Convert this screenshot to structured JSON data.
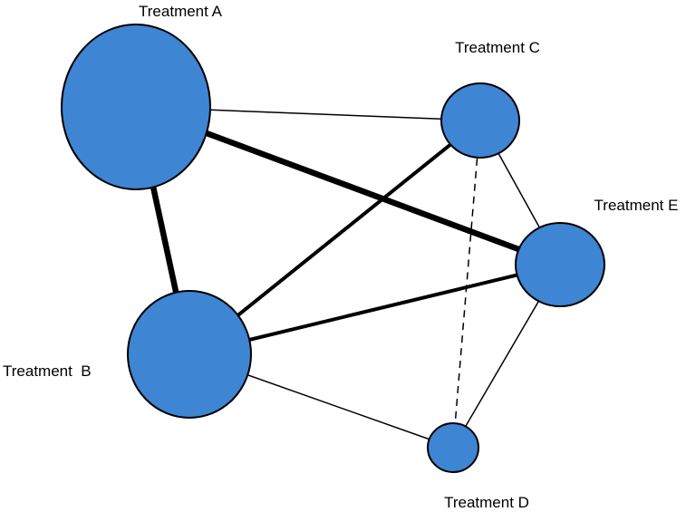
{
  "network": {
    "node_color": "#3e85d3",
    "edge_color": "#000000",
    "nodes": [
      {
        "id": "A",
        "label": "Treatment A"
      },
      {
        "id": "B",
        "label": "Treatment  B"
      },
      {
        "id": "C",
        "label": "Treatment C"
      },
      {
        "id": "D",
        "label": "Treatment D"
      },
      {
        "id": "E",
        "label": "Treatment E"
      }
    ],
    "edges": [
      {
        "from": "A",
        "to": "C",
        "weight": "thin",
        "style": "solid"
      },
      {
        "from": "A",
        "to": "E",
        "weight": "thick",
        "style": "solid"
      },
      {
        "from": "A",
        "to": "B",
        "weight": "thick",
        "style": "solid"
      },
      {
        "from": "B",
        "to": "C",
        "weight": "medium",
        "style": "solid"
      },
      {
        "from": "B",
        "to": "E",
        "weight": "medium",
        "style": "solid"
      },
      {
        "from": "B",
        "to": "D",
        "weight": "thin",
        "style": "solid"
      },
      {
        "from": "C",
        "to": "E",
        "weight": "thin",
        "style": "solid"
      },
      {
        "from": "C",
        "to": "D",
        "weight": "thin",
        "style": "dashed"
      },
      {
        "from": "E",
        "to": "D",
        "weight": "thin",
        "style": "solid"
      }
    ]
  }
}
